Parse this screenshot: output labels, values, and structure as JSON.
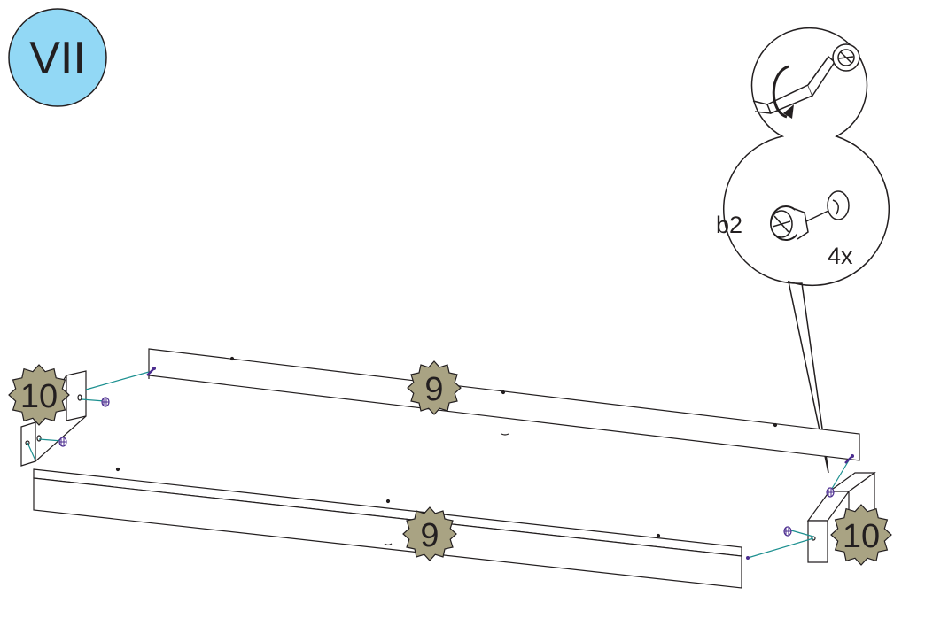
{
  "step": {
    "label": "VII",
    "color": "#92d8f5"
  },
  "callout": {
    "part_code": "b2",
    "quantity": "4x",
    "tool_icon": "screwdriver-turn-icon",
    "fitting_icon": "cam-lock-fitting-icon"
  },
  "parts": {
    "board_9_back": "9",
    "board_9_front": "9",
    "side_10_left": "10",
    "side_10_right": "10",
    "badge_color": "#a9a383"
  },
  "colors": {
    "line": "#231f20",
    "guide": "#1b8f8f",
    "fitting": "#4b2c8f"
  }
}
